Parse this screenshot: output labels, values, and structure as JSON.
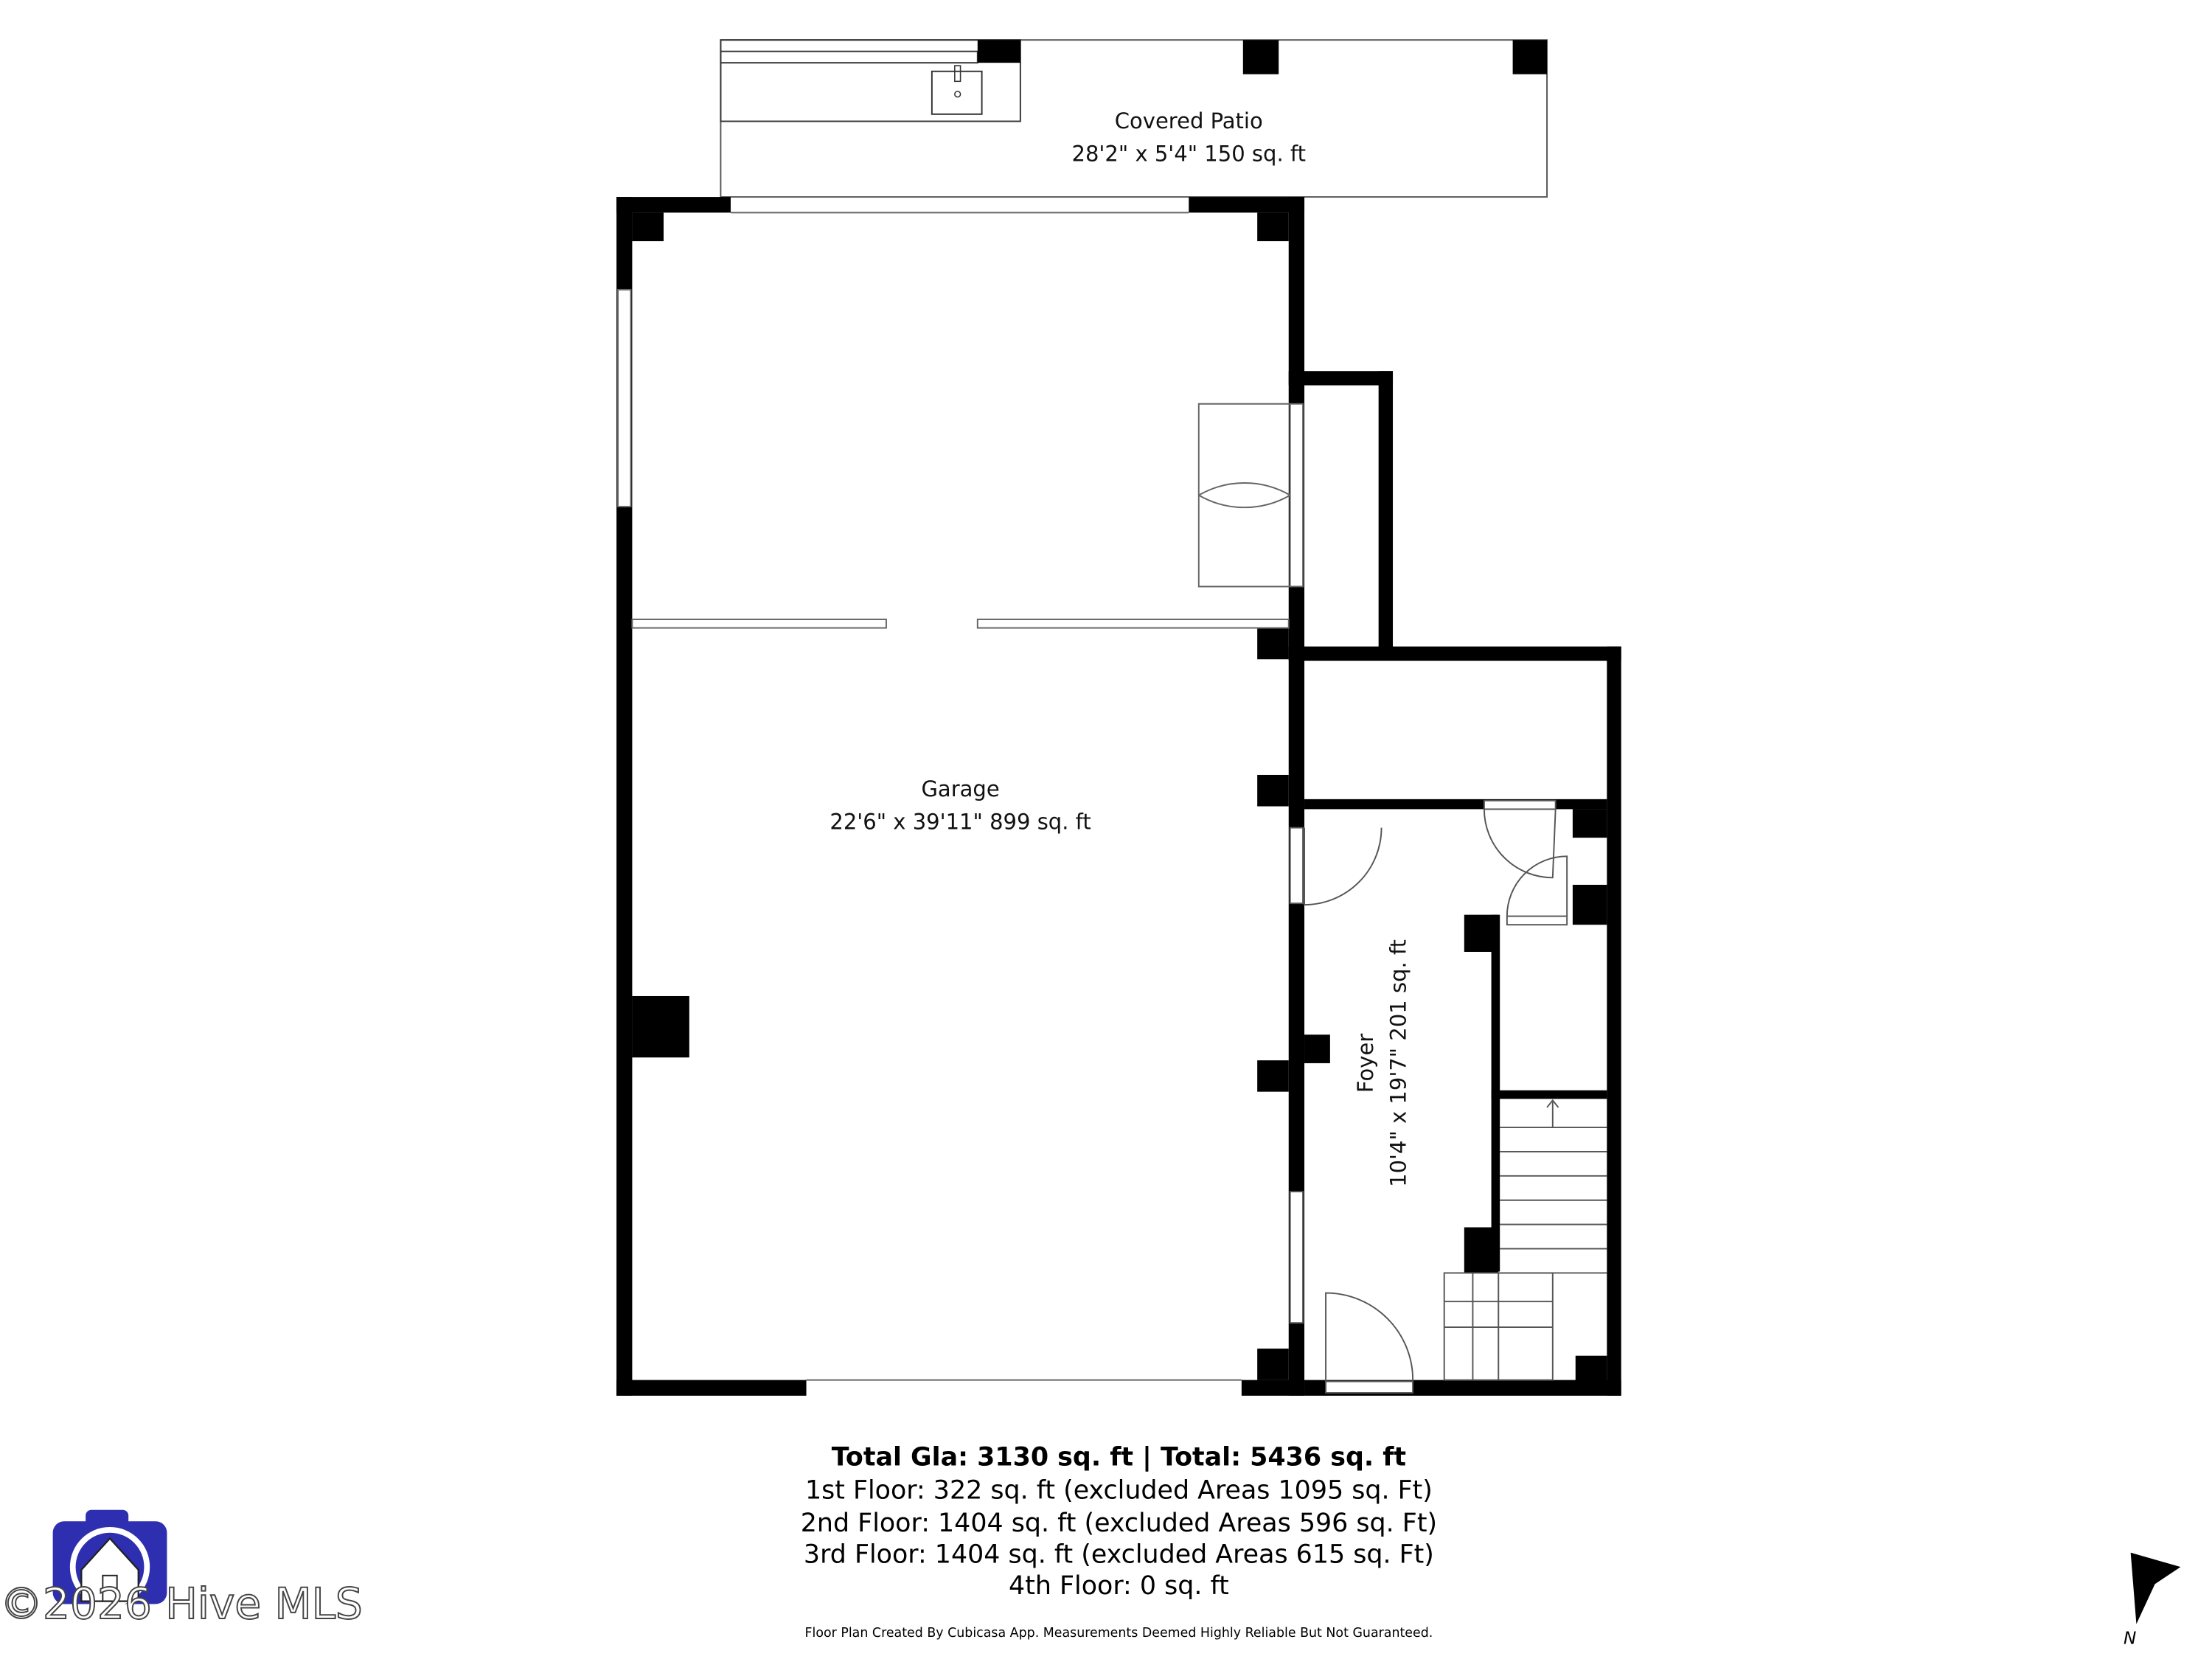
{
  "rooms": {
    "patio": {
      "name": "Covered Patio",
      "dims": "28'2\" x 5'4\" 150 sq. ft"
    },
    "garage": {
      "name": "Garage",
      "dims": "22'6\" x 39'11\" 899 sq. ft"
    },
    "foyer": {
      "name": "Foyer",
      "dims": "10'4\" x 19'7\" 201 sq. ft"
    }
  },
  "summary": {
    "total": "Total Gla: 3130 sq. ft | Total: 5436 sq. ft",
    "floors": [
      "1st Floor: 322 sq. ft (excluded Areas 1095 sq. Ft)",
      "2nd Floor: 1404 sq. ft (excluded Areas 596 sq. Ft)",
      "3rd Floor: 1404 sq. ft (excluded Areas 615 sq. Ft)",
      "4th Floor: 0 sq. ft"
    ],
    "disclaimer": "Floor Plan Created By Cubicasa App. Measurements Deemed Highly Reliable But Not Guaranteed."
  },
  "watermark": "©2026 Hive MLS",
  "compass": {
    "label": "N",
    "icon": "north-arrow-icon"
  },
  "colors": {
    "wall": "#000000",
    "logo": "#2e2fb0"
  }
}
